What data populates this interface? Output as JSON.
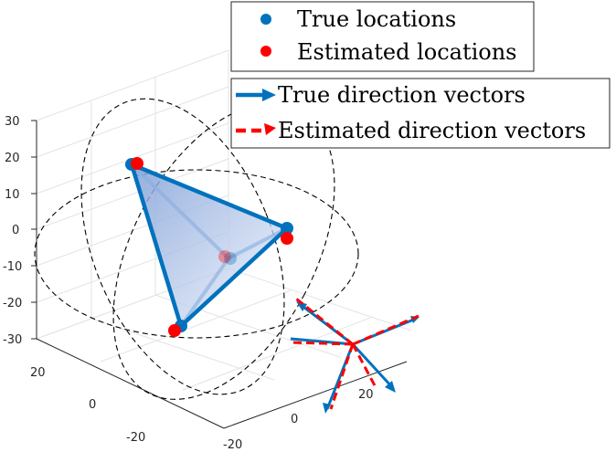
{
  "chart_data": {
    "type": "scatter",
    "projection": "3d",
    "grid": true,
    "z_ticks": [
      "30",
      "20",
      "10",
      "0",
      "-10",
      "-20",
      "-30"
    ],
    "y_ticks": [
      "20",
      "0",
      "-20"
    ],
    "x_ticks": [
      "-20",
      "0",
      "20"
    ],
    "legend_locations": {
      "placement": "top-right",
      "entries": [
        {
          "label": "True locations",
          "color": "#0072BD",
          "marker": "dot"
        },
        {
          "label": "Estimated locations",
          "color": "#FF0000",
          "marker": "dot"
        }
      ]
    },
    "legend_directions": {
      "placement": "top-right",
      "entries": [
        {
          "label": "True direction vectors",
          "color": "#0072BD",
          "style": "solid-arrow"
        },
        {
          "label": "Estimated direction vectors",
          "color": "#FF0000",
          "style": "dashed-arrow"
        }
      ]
    },
    "series": [
      {
        "name": "True locations",
        "color": "#0072BD"
      },
      {
        "name": "Estimated locations",
        "color": "#FF0000"
      },
      {
        "name": "True direction vectors",
        "color": "#0072BD"
      },
      {
        "name": "Estimated direction vectors",
        "color": "#FF0000"
      }
    ]
  }
}
